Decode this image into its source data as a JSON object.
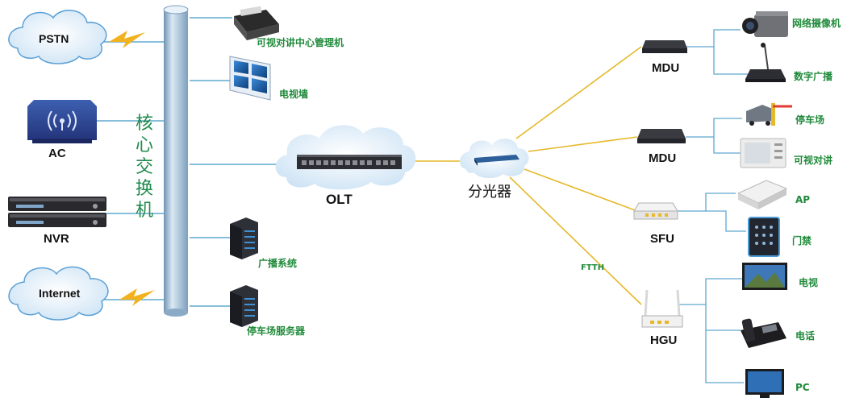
{
  "clouds": {
    "pstn": "PSTN",
    "internet": "Internet"
  },
  "left_devices": {
    "ac": "AC",
    "nvr": "NVR"
  },
  "core_switch": "核心交换机",
  "core_branches": {
    "intercom_center": "可视对讲中心管理机",
    "tv_wall": "电视墙",
    "broadcast": "广播系统",
    "parking_server": "停车场服务器"
  },
  "olt": "OLT",
  "splitter": "分光器",
  "ftth": "FTTH",
  "onus": {
    "mdu1": "MDU",
    "mdu2": "MDU",
    "sfu": "SFU",
    "hgu": "HGU"
  },
  "endpoints": {
    "camera": "网络摄像机",
    "digital_broadcast": "数字广播",
    "parking": "停车场",
    "video_intercom": "可视对讲",
    "ap": "AP",
    "access_control": "门禁",
    "tv": "电视",
    "phone": "电话",
    "pc": "PC"
  },
  "colors": {
    "trunk_line": "#5fa8cf",
    "fiber_line": "#e6b82a",
    "label_green": "#1f8a3a",
    "core_text": "#1e8a4c",
    "pipe": "#a9c7de"
  }
}
